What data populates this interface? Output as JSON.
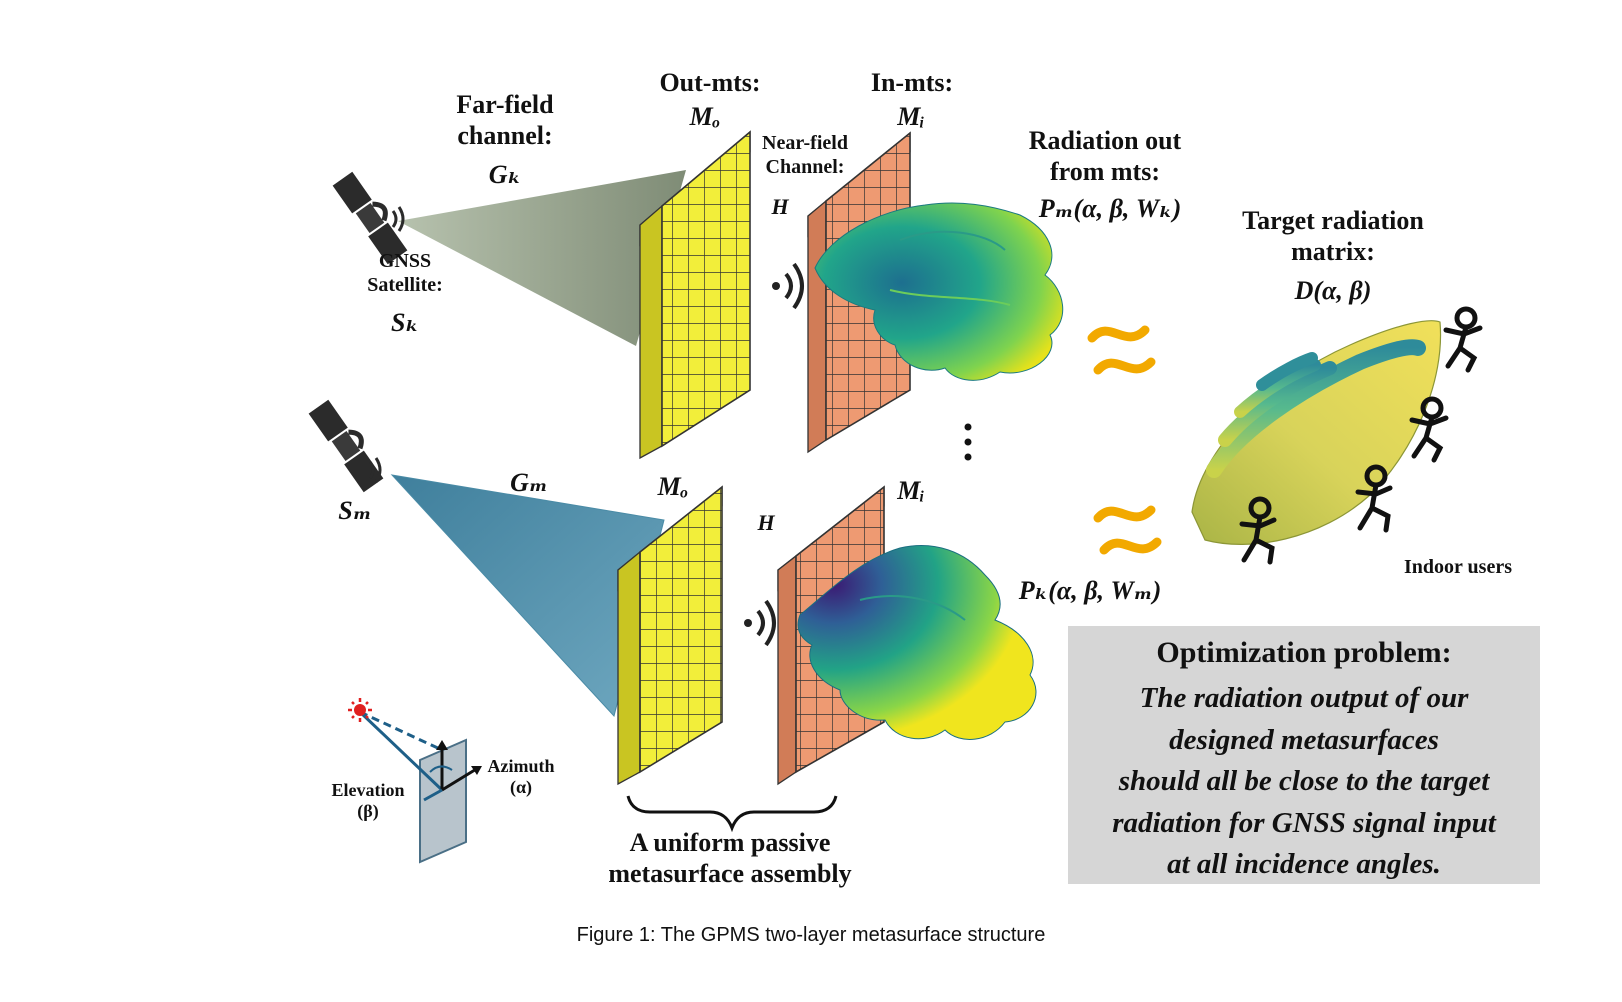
{
  "figure": {
    "caption": "Figure 1: The GPMS two-layer metasurface structure",
    "labels": {
      "far_field_line1": "Far-field",
      "far_field_line2": "channel:",
      "g_k": "Gₖ",
      "out_mts": "Out-mts:",
      "m_o_top": "Mₒ",
      "in_mts": "In-mts:",
      "m_i_top": "Mᵢ",
      "near_field_line1": "Near-field",
      "near_field_line2": "Channel:",
      "h_top": "H",
      "radiation_line1": "Radiation out",
      "radiation_line2": "from mts:",
      "p_m": "Pₘ(α, β, Wₖ)",
      "target_line1": "Target radiation",
      "target_line2": "matrix:",
      "d_ab": "D(α, β)",
      "gnss_line1": "GNSS",
      "gnss_line2": "Satellite:",
      "s_k": "Sₖ",
      "s_m": "Sₘ",
      "g_m": "Gₘ",
      "m_o_bottom": "Mₒ",
      "m_i_bottom": "Mᵢ",
      "h_bottom": "H",
      "p_k": "Pₖ(α, β, Wₘ)",
      "indoor_users": "Indoor users",
      "elevation_line1": "Elevation",
      "elevation_line2": "(β)",
      "azimuth_line1": "Azimuth",
      "azimuth_line2": "(α)",
      "assembly_line1": "A uniform passive",
      "assembly_line2": "metasurface assembly"
    },
    "optimization": {
      "title": "Optimization problem:",
      "body_line1": "The radiation output of our",
      "body_line2": "designed metasurfaces",
      "body_line3": "should all be close to the target",
      "body_line4": "radiation for GNSS signal input",
      "body_line5": "at all incidence angles."
    },
    "colors": {
      "out_mts_fill": "#f2ee3a",
      "in_mts_fill": "#ee9a72",
      "far_field_beam_top": "#8e9c86",
      "far_field_beam_bottom": "#4a8ba6",
      "approx_symbol": "#f2a900",
      "opt_box": "#d6d6d6",
      "satellite": "#2b2b2b"
    },
    "icons": [
      "satellite-icon",
      "signal-waves-icon",
      "approx-icon",
      "person-icon",
      "sun-icon",
      "angle-axes-icon"
    ]
  }
}
